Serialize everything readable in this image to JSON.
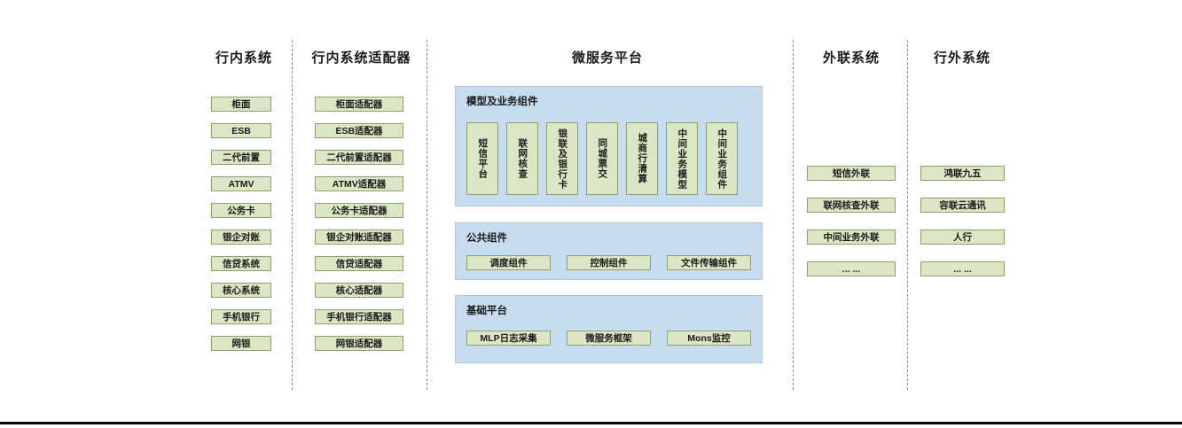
{
  "diagram": {
    "internal": {
      "title": "行内系统",
      "items": [
        "柜面",
        "ESB",
        "二代前置",
        "ATMV",
        "公务卡",
        "银企对账",
        "信贷系统",
        "核心系统",
        "手机银行",
        "网银"
      ]
    },
    "adapters": {
      "title": "行内系统适配器",
      "items": [
        "柜面适配器",
        "ESB适配器",
        "二代前置适配器",
        "ATMV适配器",
        "公务卡适配器",
        "银企对账适配器",
        "信贷适配器",
        "核心适配器",
        "手机银行适配器",
        "网银适配器"
      ]
    },
    "platform": {
      "title": "微服务平台",
      "model_panel": {
        "title": "模型及业务组件",
        "items": [
          "短信平台",
          "联网核查",
          "银联及银行卡",
          "同城票交",
          "城商行清算",
          "中间业务模型",
          "中间业务组件"
        ]
      },
      "common_panel": {
        "title": "公共组件",
        "items": [
          "调度组件",
          "控制组件",
          "文件传输组件"
        ]
      },
      "base_panel": {
        "title": "基础平台",
        "items": [
          "MLP日志采集",
          "微服务框架",
          "Mons监控"
        ]
      }
    },
    "outreach": {
      "title": "外联系统",
      "items": [
        "短信外联",
        "联网核查外联",
        "中间业务外联",
        "... ..."
      ]
    },
    "external": {
      "title": "行外系统",
      "items": [
        "鸿联九五",
        "容联云通讯",
        "人行",
        "... ..."
      ]
    }
  },
  "colors": {
    "box_fill": "#dbe6c4",
    "box_border": "#8e9f74",
    "panel_fill": "#c8dcf0",
    "panel_border": "#a9c6e3",
    "divider": "#8a8a8a",
    "ink": "#1a1a1a"
  }
}
